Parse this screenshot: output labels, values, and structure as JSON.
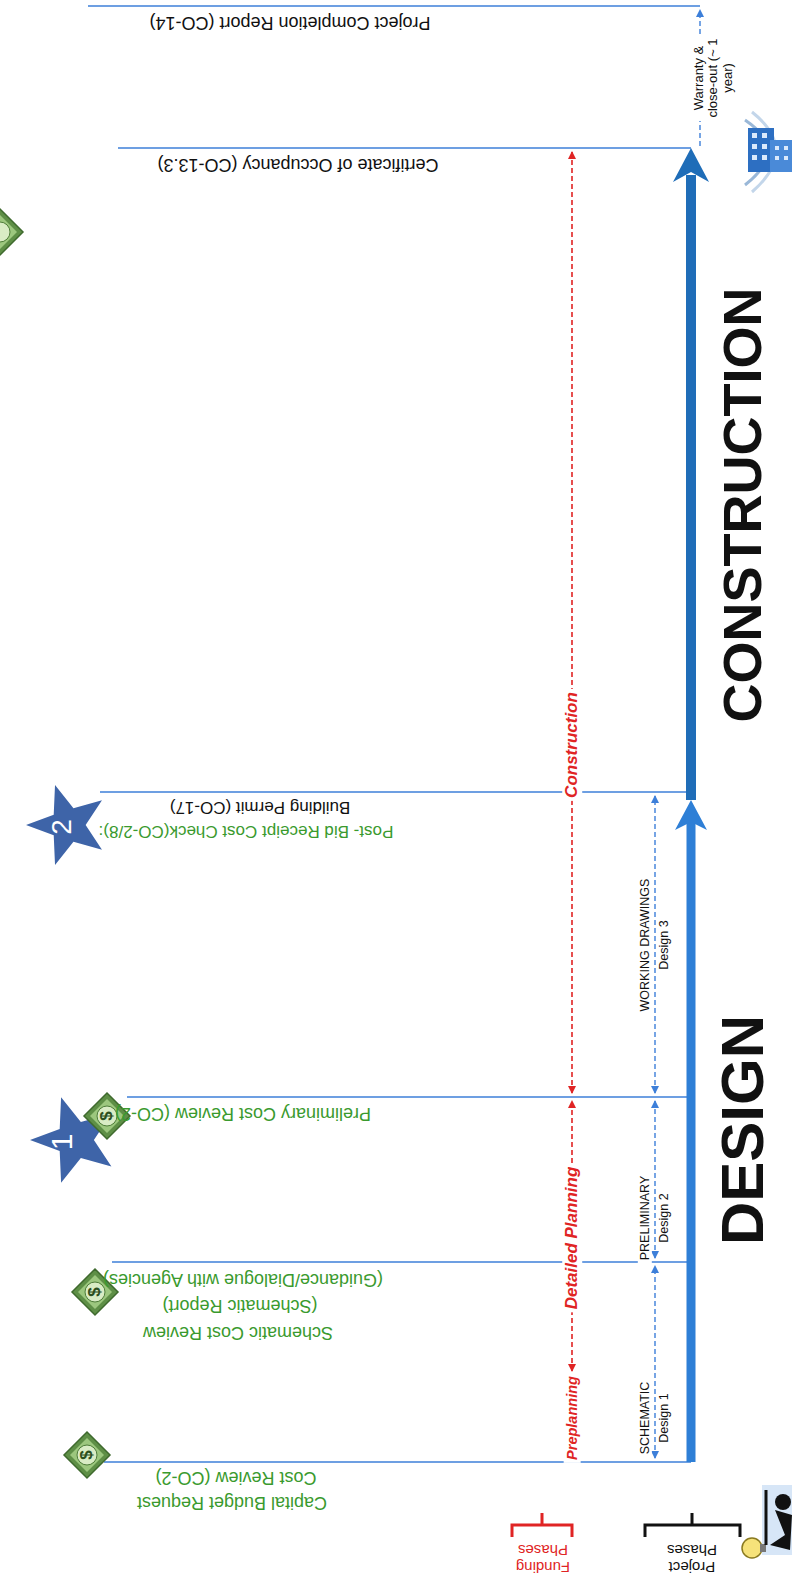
{
  "diagram": {
    "labels": [
      "Capital Budget Request",
      "Cost Review (CO-2)",
      "Preplanning",
      "Schematic Cost Review",
      "(Schematic Report)",
      "(Guidance/Dialogue with Agencies)",
      "Detailed Planning",
      "Preliminary Cost Review (CO-2)",
      "Construction",
      "Post- Bid Receipt Cost Check(CO-2/8):",
      "Building Permit (CO-17)",
      "Certificate of Occupancy (CO-13.3)",
      "Project Completion Report (CO-14)",
      "SCHEMATIC",
      "Design 1",
      "PRELIMINARY",
      "Design 2",
      "WORKING DRAWINGS",
      "Design 3",
      "Warranty & close-out (~ 1 year)",
      "DESIGN",
      "CONSTRUCTION",
      "Funding Phases",
      "Project Phases",
      "$",
      "$",
      "$",
      "1",
      "2"
    ]
  }
}
